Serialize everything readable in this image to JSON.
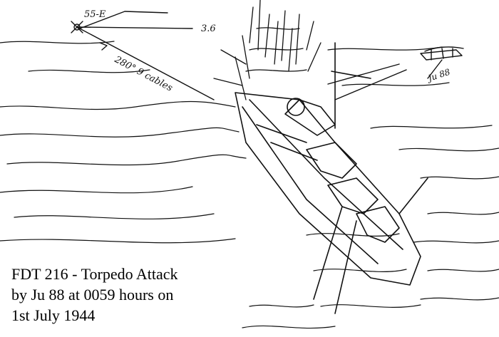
{
  "caption": {
    "line1": "FDT 216 - Torpedo Attack",
    "line2": "by Ju 88 at 0059 hours on",
    "line3": "1st July 1944"
  },
  "sketch_notes": {
    "bearing_ref": "55-E",
    "distance": "3.6",
    "bearing_range": "280° 9 cables",
    "aircraft_label": "Ju 88"
  }
}
